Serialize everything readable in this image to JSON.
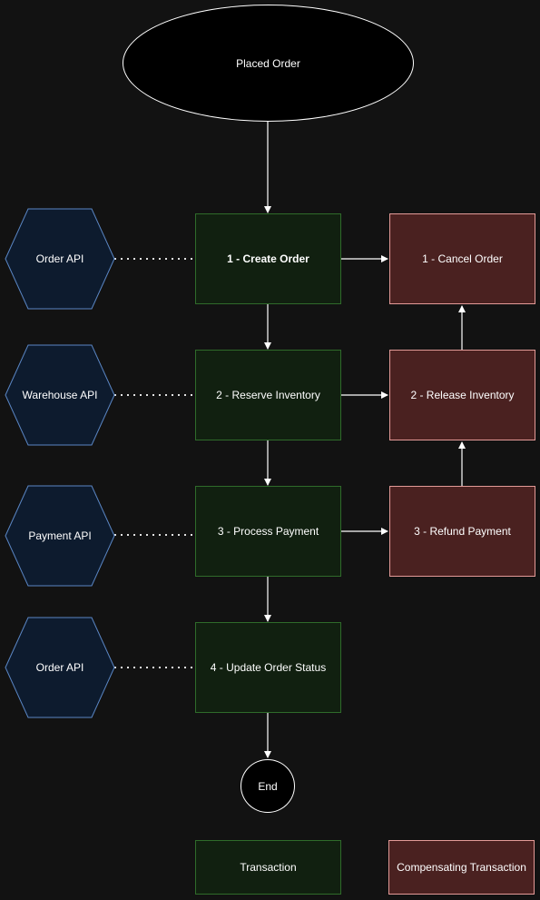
{
  "start": {
    "label": "Placed Order"
  },
  "apis": [
    {
      "label": "Order API"
    },
    {
      "label": "Warehouse API"
    },
    {
      "label": "Payment API"
    },
    {
      "label": "Order API"
    }
  ],
  "transactions": [
    {
      "label": "1 - Create Order"
    },
    {
      "label": "2 - Reserve Inventory"
    },
    {
      "label": "3 - Process Payment"
    },
    {
      "label": "4 - Update Order Status"
    }
  ],
  "compensations": [
    {
      "label": "1 -  Cancel Order"
    },
    {
      "label": "2 -  Release Inventory"
    },
    {
      "label": "3 -  Refund Payment"
    }
  ],
  "end": {
    "label": "End"
  },
  "legend": {
    "transaction": "Transaction",
    "compensating": "Compensating Transaction"
  },
  "colors": {
    "background": "#121212",
    "transaction_fill": "#112010",
    "transaction_stroke": "#2f6b2a",
    "compensation_fill": "#4a2120",
    "compensation_stroke": "#e39a97",
    "api_fill": "#0d1b2e",
    "api_stroke": "#5a86c4",
    "edge": "#ffffff"
  }
}
